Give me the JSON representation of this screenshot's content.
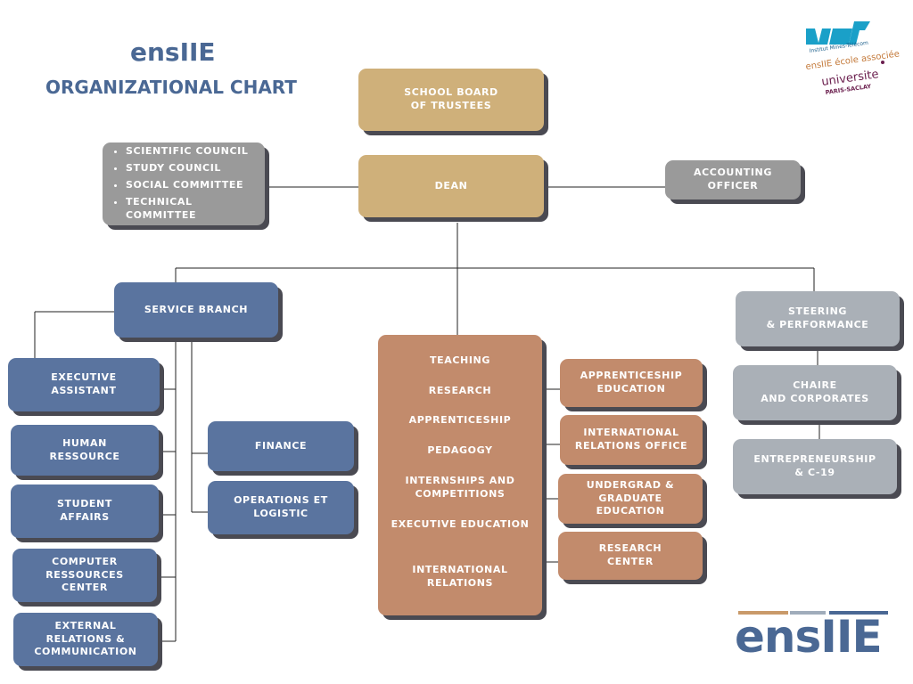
{
  "header": {
    "brand": "ensIIE",
    "title": "ORGANIZATIONAL CHART"
  },
  "nodes": {
    "board": "SCHOOL BOARD\nOF TRUSTEES",
    "dean": "DEAN",
    "councils": [
      "SCIENTIFIC COUNCIL",
      "STUDY COUNCIL",
      "SOCIAL COMMITTEE",
      "TECHNICAL COMMITTEE"
    ],
    "accounting": "ACCOUNTING OFFICER",
    "service_branch": "SERVICE BRANCH",
    "executive_assistant": "EXECUTIVE\nASSISTANT",
    "human_ressource": "HUMAN\nRESSOURCE",
    "student_affairs": "STUDENT\nAFFAIRS",
    "computer_ressources": "COMPUTER\nRESSOURCES\nCENTER",
    "external_relations": "EXTERNAL\nRELATIONS &\nCOMMUNICATION",
    "finance": "FINANCE",
    "operations": "OPERATIONS ET LOGISTIC",
    "academic_items": [
      "TEACHING",
      "RESEARCH",
      "APPRENTICESHIP",
      "PEDAGOGY",
      "INTERNSHIPS AND\nCOMPETITIONS",
      "EXECUTIVE EDUCATION",
      "INTERNATIONAL\nRELATIONS"
    ],
    "apprenticeship_education": "APPRENTICESHIP\nEDUCATION",
    "international_office": "INTERNATIONAL\nRELATIONS OFFICE",
    "undergrad_graduate": "UNDERGRAD & GRADUATE\nEDUCATION",
    "research_center": "RESEARCH\nCENTER",
    "steering": "STEERING\n& PERFORMANCE",
    "chaire": "CHAIRE\nAND CORPORATES",
    "entrepreneurship": "ENTREPRENEURSHIP\n& C-19"
  },
  "logos": {
    "imt_logo": "IMT",
    "imt_caption": "Institut Mines-Télécom",
    "ecole_associee": "ensIIE école associée",
    "universite": "universite",
    "paris_saclay": "PARIS-SACLAY",
    "ensiie_wordmark": "ensIIE"
  },
  "colors": {
    "gold": "#cfb07a",
    "blue": "#5a749f",
    "grey": "#9a9a9a",
    "light_grey": "#aab0b7",
    "tan": "#c28b6c",
    "title": "#4a6894"
  }
}
